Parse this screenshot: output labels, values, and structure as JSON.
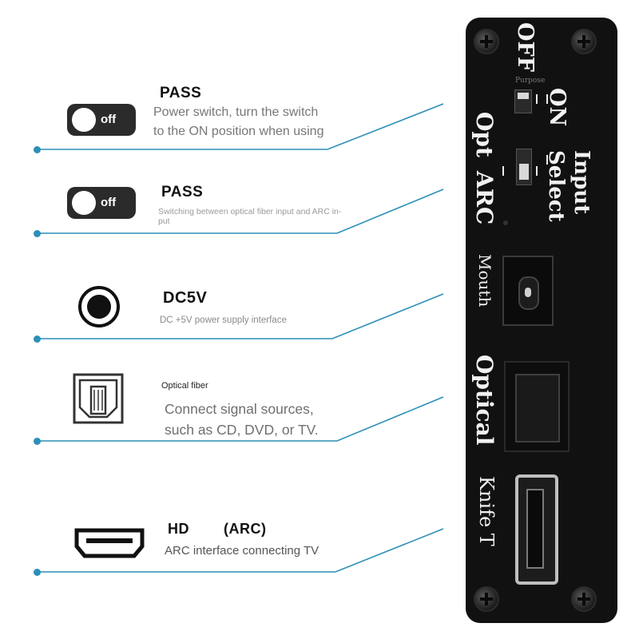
{
  "items": [
    {
      "title": "PASS",
      "badge": "off",
      "desc_line1": "Power switch, turn the switch",
      "desc_line2": "to the ON position when using"
    },
    {
      "title": "PASS",
      "badge": "off",
      "desc_line1": "Switching between optical fiber input and ARC in-",
      "desc_line2": "put"
    },
    {
      "title": "DC5V",
      "desc_line1": "DC +5V power supply interface"
    },
    {
      "title": "Optical fiber",
      "desc_line1": "Connect signal sources,",
      "desc_line2": "such as CD, DVD, or TV."
    },
    {
      "title": "HD",
      "title_suffix": "(ARC)",
      "desc_line1": "ARC interface connecting TV"
    }
  ],
  "panel": {
    "off": "OFF",
    "on": "ON",
    "small_note": "Purpose",
    "opt": "Opt",
    "arc": "ARC",
    "input_select_1": "Input",
    "input_select_2": "Select",
    "mouth": "Mouth",
    "optical": "Optical",
    "knife": "Knife T"
  },
  "colors": {
    "accent": "#2b8fb8",
    "panel": "#111111"
  }
}
